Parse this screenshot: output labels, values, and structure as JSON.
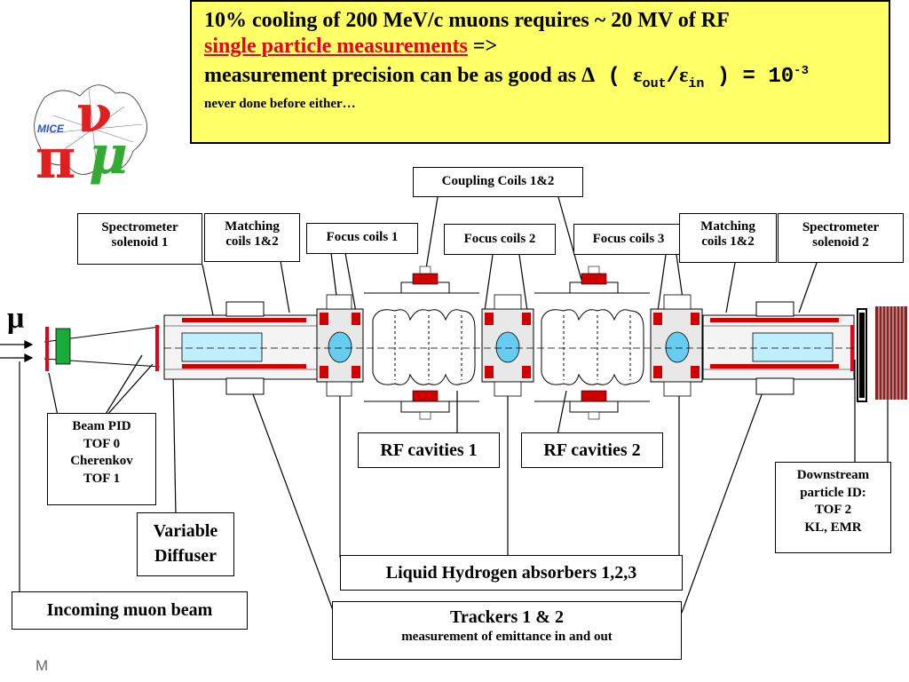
{
  "headline": {
    "line1": "10% cooling of 200 MeV/c muons requires ~ 20 MV of RF",
    "line2_red": "single particle measurements",
    "line2_rest": "=>",
    "line3_text": "measurement precision can be as good as ",
    "line3_delta": "Δ",
    "line3_open": " ( ",
    "line3_eps1": "ε",
    "line3_sub_out": "out",
    "line3_slash": "/",
    "line3_eps2": "ε",
    "line3_sub_in": "in",
    "line3_close": " ) = 10",
    "line3_exp": "-3",
    "line4": "never done before either…"
  },
  "logo": {
    "text": "MICE",
    "pi": "π",
    "mu": "μ",
    "nu": "ν"
  },
  "labels": {
    "coupling_coils": "Coupling Coils 1&2",
    "spectrometer_1_line1": "Spectrometer",
    "spectrometer_1_line2": "solenoid 1",
    "matching_1_line1": "Matching",
    "matching_1_line2": "coils 1&2",
    "focus_1": "Focus coils 1",
    "focus_2": "Focus coils 2",
    "focus_3": "Focus coils 3",
    "matching_2_line1": "Matching",
    "matching_2_line2": "coils 1&2",
    "spectrometer_2_line1": "Spectrometer",
    "spectrometer_2_line2": "solenoid 2",
    "mu_symbol": "μ",
    "beam_pid": [
      "Beam PID",
      "TOF 0",
      "Cherenkov",
      "TOF 1"
    ],
    "variable_diffuser": [
      "Variable",
      "Diffuser"
    ],
    "incoming_beam": "Incoming muon beam",
    "rf_cavities_1": "RF cavities 1",
    "rf_cavities_2": "RF cavities 2",
    "lh2_absorbers": "Liquid Hydrogen absorbers 1,2,3",
    "trackers_title": "Trackers 1 & 2",
    "trackers_sub": "measurement of emittance in and out",
    "downstream": [
      "Downstream",
      "particle ID:",
      "TOF 2",
      "KL, EMR"
    ],
    "footer_fragment": "M"
  },
  "colors": {
    "headline_bg": "#ffff66",
    "red": "#e8001c",
    "green": "#1aaa3a",
    "absorber": "#66ccf0",
    "tracker": "#bfefff",
    "logo_blue": "#2b4fd0",
    "logo_green": "#33aa33",
    "logo_red": "#e02020"
  }
}
